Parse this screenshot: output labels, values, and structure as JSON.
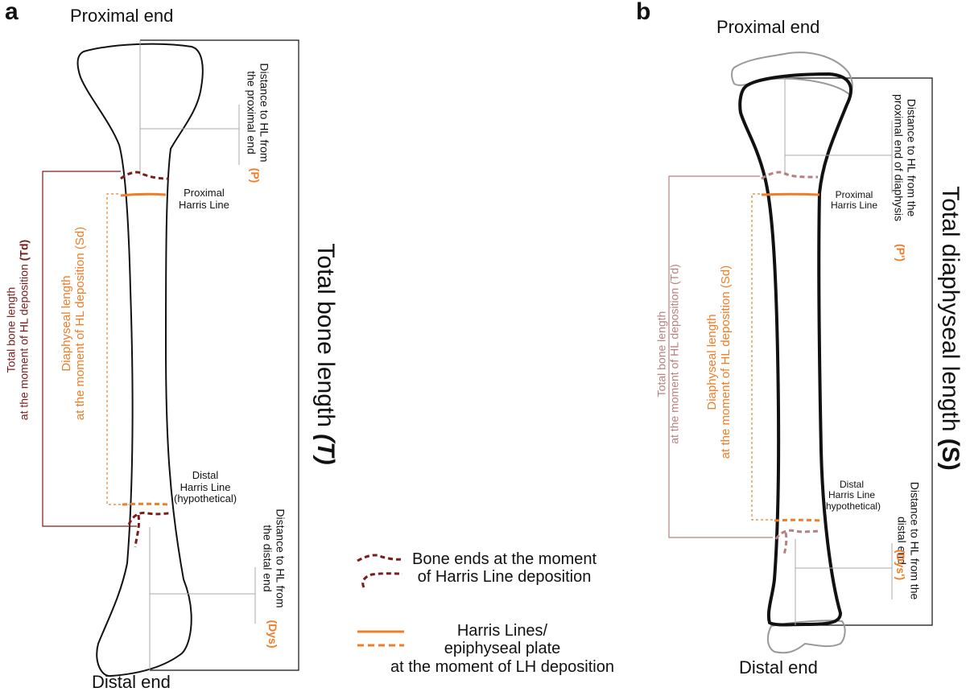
{
  "panel_a": {
    "letter": "a",
    "proximal_end": "Proximal end",
    "distal_end": "Distal end",
    "total_bone_length": "Total bone length",
    "total_bone_length_sym": "(T)",
    "dist_prox_1": "Distance to HL from",
    "dist_prox_2": "the proximal end",
    "dist_prox_sym": "(P)",
    "prox_hl_1": "Proximal",
    "prox_hl_2": "Harris Line",
    "distal_hl_1": "Distal",
    "distal_hl_2": "Harris Line",
    "distal_hl_3": "(hypothetical)",
    "dist_dist_1": "Distance to HL from",
    "dist_dist_2": "the distal end",
    "dist_dist_sym": "(Dys)",
    "td_1": "Total bone length",
    "td_2": "at the moment of HL deposition",
    "td_sym": "(Td)",
    "sd_1": "Diaphyseal length",
    "sd_2": "at the moment of HL deposition",
    "sd_sym": "(Sd)"
  },
  "panel_b": {
    "letter": "b",
    "proximal_end": "Proximal end",
    "distal_end": "Distal end",
    "total_diaph_length": "Total diaphyseal length",
    "total_diaph_sym": "(S)",
    "dist_prox_1": "Distance to HL from the",
    "dist_prox_2": "proximal end of diaphysis",
    "dist_prox_sym": "(P')",
    "prox_hl_1": "Proximal",
    "prox_hl_2": "Harris Line",
    "distal_hl_1": "Distal",
    "distal_hl_2": "Harris Line",
    "distal_hl_3": "(hypothetical)",
    "dist_dist_1": "Distance to HL from the",
    "dist_dist_2": "distal end",
    "dist_dist_sym": "(Dys')",
    "td_1": "Total bone length",
    "td_2": "at the moment of HL deposition",
    "td_sym": "(Td)",
    "sd_1": "Diaphyseal length",
    "sd_2": "at the moment of HL deposition",
    "sd_sym": "(Sd)"
  },
  "legend": {
    "bone_ends_1": "Bone ends at the moment",
    "bone_ends_2": "of Harris Line deposition",
    "hl_1": "Harris Lines/",
    "hl_2": "epiphyseal plate",
    "hl_3": "at the moment of LH deposition"
  },
  "colors": {
    "maroon": "#7b1c1c",
    "orange": "#f07d28",
    "pink": "#b87f80",
    "grey": "#9a9a9a",
    "black": "#111111"
  }
}
